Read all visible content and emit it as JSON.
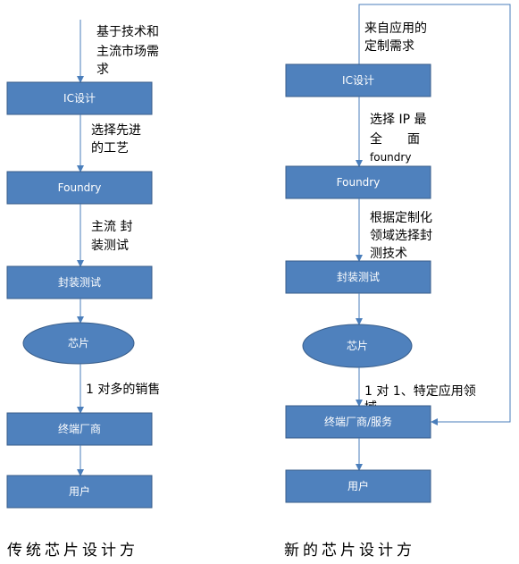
{
  "left": {
    "input_note": [
      "基于技术和",
      "主流市场需",
      "求"
    ],
    "nodes": {
      "ic_design": "IC设计",
      "foundry": "Foundry",
      "packaging": "封装测试",
      "chip": "芯片",
      "vendor": "终端厂商",
      "user": "用户"
    },
    "notes": {
      "process": [
        "选择先进",
        "的工艺"
      ],
      "packaging": [
        "主流 封",
        "装测试"
      ],
      "sales": [
        "1 对多的销售"
      ]
    },
    "caption": "传统芯片设计方"
  },
  "right": {
    "input_note": [
      "来自应用的",
      "定制需求"
    ],
    "nodes": {
      "ic_design": "IC设计",
      "foundry": "Foundry",
      "packaging": "封装测试",
      "chip": "芯片",
      "vendor": "终端厂商/服务",
      "user": "用户"
    },
    "notes": {
      "ip": [
        "选择 IP 最",
        "全　　面",
        "foundry"
      ],
      "packaging": [
        "根据定制化",
        "领域选择封",
        "测技术"
      ],
      "domain": [
        "1 对 1、特定应用领",
        "域"
      ]
    },
    "caption": "新的芯片设计方"
  },
  "colors": {
    "box_fill": "#4f81bd",
    "box_stroke": "#385d8a",
    "arrow": "#4a7ebb",
    "text_on_box": "#ffffff"
  }
}
